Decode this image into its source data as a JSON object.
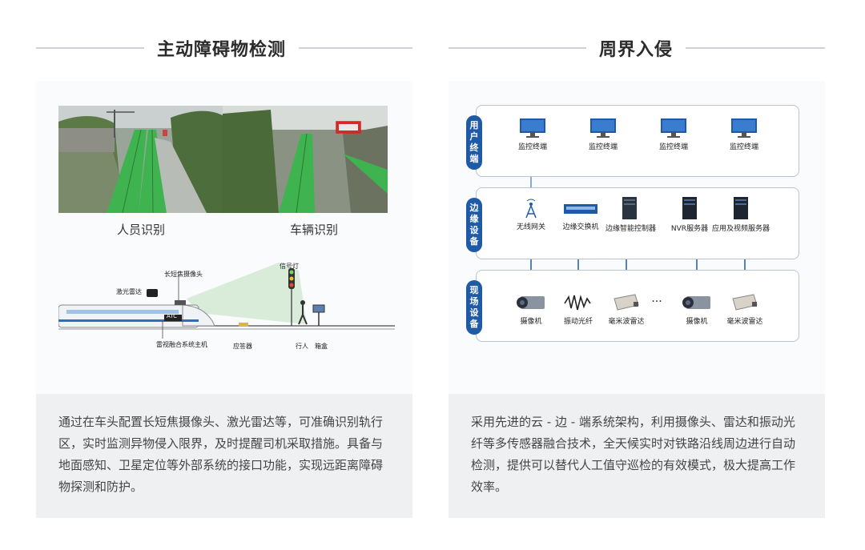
{
  "left": {
    "title": "主动障碍物检测",
    "photos": {
      "left_caption": "人员识别",
      "right_caption": "车辆识别"
    },
    "diagram": {
      "long_focus_camera": "长短焦摄像头",
      "lidar": "激光雷达",
      "signal_light": "信号灯",
      "atc": "ATC",
      "host": "雷视融合系统主机",
      "transponder": "应答器",
      "pedestrian": "行人",
      "box": "箱盒"
    },
    "description": "通过在车头配置长短焦摄像头、激光雷达等，可准确识别轨行区，实时监测异物侵入限界，及时提醒司机采取措施。具备与地面感知、卫星定位等外部系统的接口功能，实现远距离障碍物探测和防护。"
  },
  "right": {
    "title": "周界入侵",
    "tiers": {
      "user": {
        "label": "用户终端",
        "devices": [
          "监控终端",
          "监控终端",
          "监控终端",
          "监控终端"
        ]
      },
      "edge": {
        "label": "边缘设备",
        "devices": [
          "无线网关",
          "边缘交换机",
          "边缘智能控制器",
          "NVR服务器",
          "应用及视频服务器"
        ]
      },
      "field": {
        "label": "现场设备",
        "devices": [
          "摄像机",
          "振动光纤",
          "毫米波雷达",
          "摄像机",
          "毫米波雷达"
        ],
        "ellipsis": "···"
      }
    },
    "description": "采用先进的云 - 边 - 端系统架构，利用摄像头、雷达和振动光纤等多传感器融合技术，全天候实时对铁路沿线周边进行自动检测，提供可以替代人工值守巡检的有效模式，极大提高工作效率。"
  },
  "colors": {
    "accent": "#1f5aa6",
    "rail_green": "#3fb34f",
    "panel_bg": "#f4f6f8"
  }
}
